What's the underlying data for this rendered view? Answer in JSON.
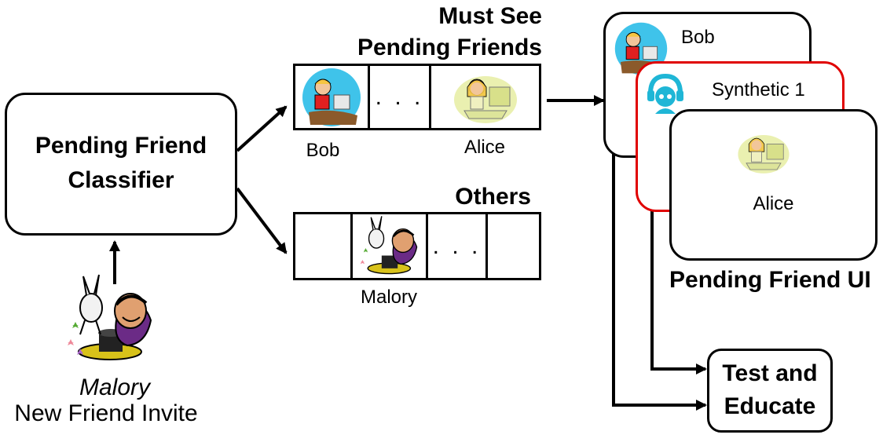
{
  "classifier": {
    "label_line1": "Pending Friend",
    "label_line2": "Classifier"
  },
  "invite": {
    "name": "Malory",
    "caption": "New Friend Invite"
  },
  "must_see": {
    "title_line1": "Must See",
    "title_line2": "Pending Friends",
    "ellipsis": ". . .",
    "labels": [
      "Bob",
      "Alice"
    ]
  },
  "others": {
    "title": "Others",
    "ellipsis": ". . .",
    "label": "Malory"
  },
  "ui_stack": {
    "card_bob": "Bob",
    "card_synthetic": "Synthetic 1",
    "card_alice": "Alice",
    "title": "Pending Friend UI",
    "synthetic_border_color": "#e00000"
  },
  "test_box": {
    "line1": "Test and",
    "line2": "Educate"
  }
}
